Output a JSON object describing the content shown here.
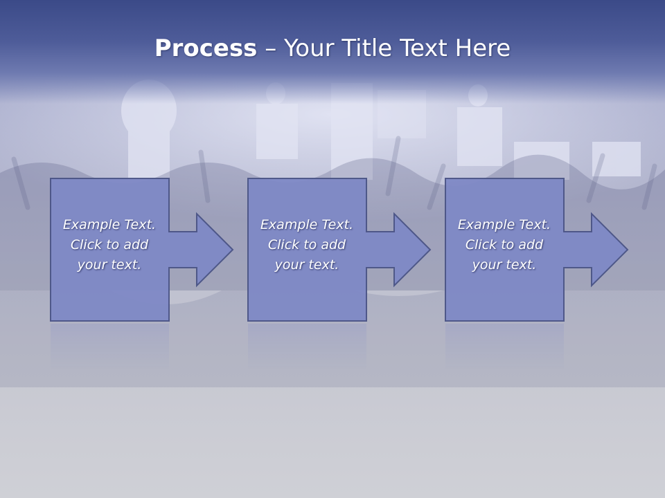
{
  "slide": {
    "title_bold": "Process",
    "title_rest": " – Your Title Text Here",
    "steps": [
      {
        "line1": "Example Text.",
        "line2": "Click  to add",
        "line3": "your text."
      },
      {
        "line1": "Example Text.",
        "line2": "Click  to add",
        "line3": "your text."
      },
      {
        "line1": "Example Text.",
        "line2": "Click  to add",
        "line3": "your text."
      }
    ]
  },
  "colors": {
    "title_band": "#3b4a88",
    "box_fill": "#7f89c6",
    "box_border": "#4a5486",
    "background": "#c9cad1"
  }
}
